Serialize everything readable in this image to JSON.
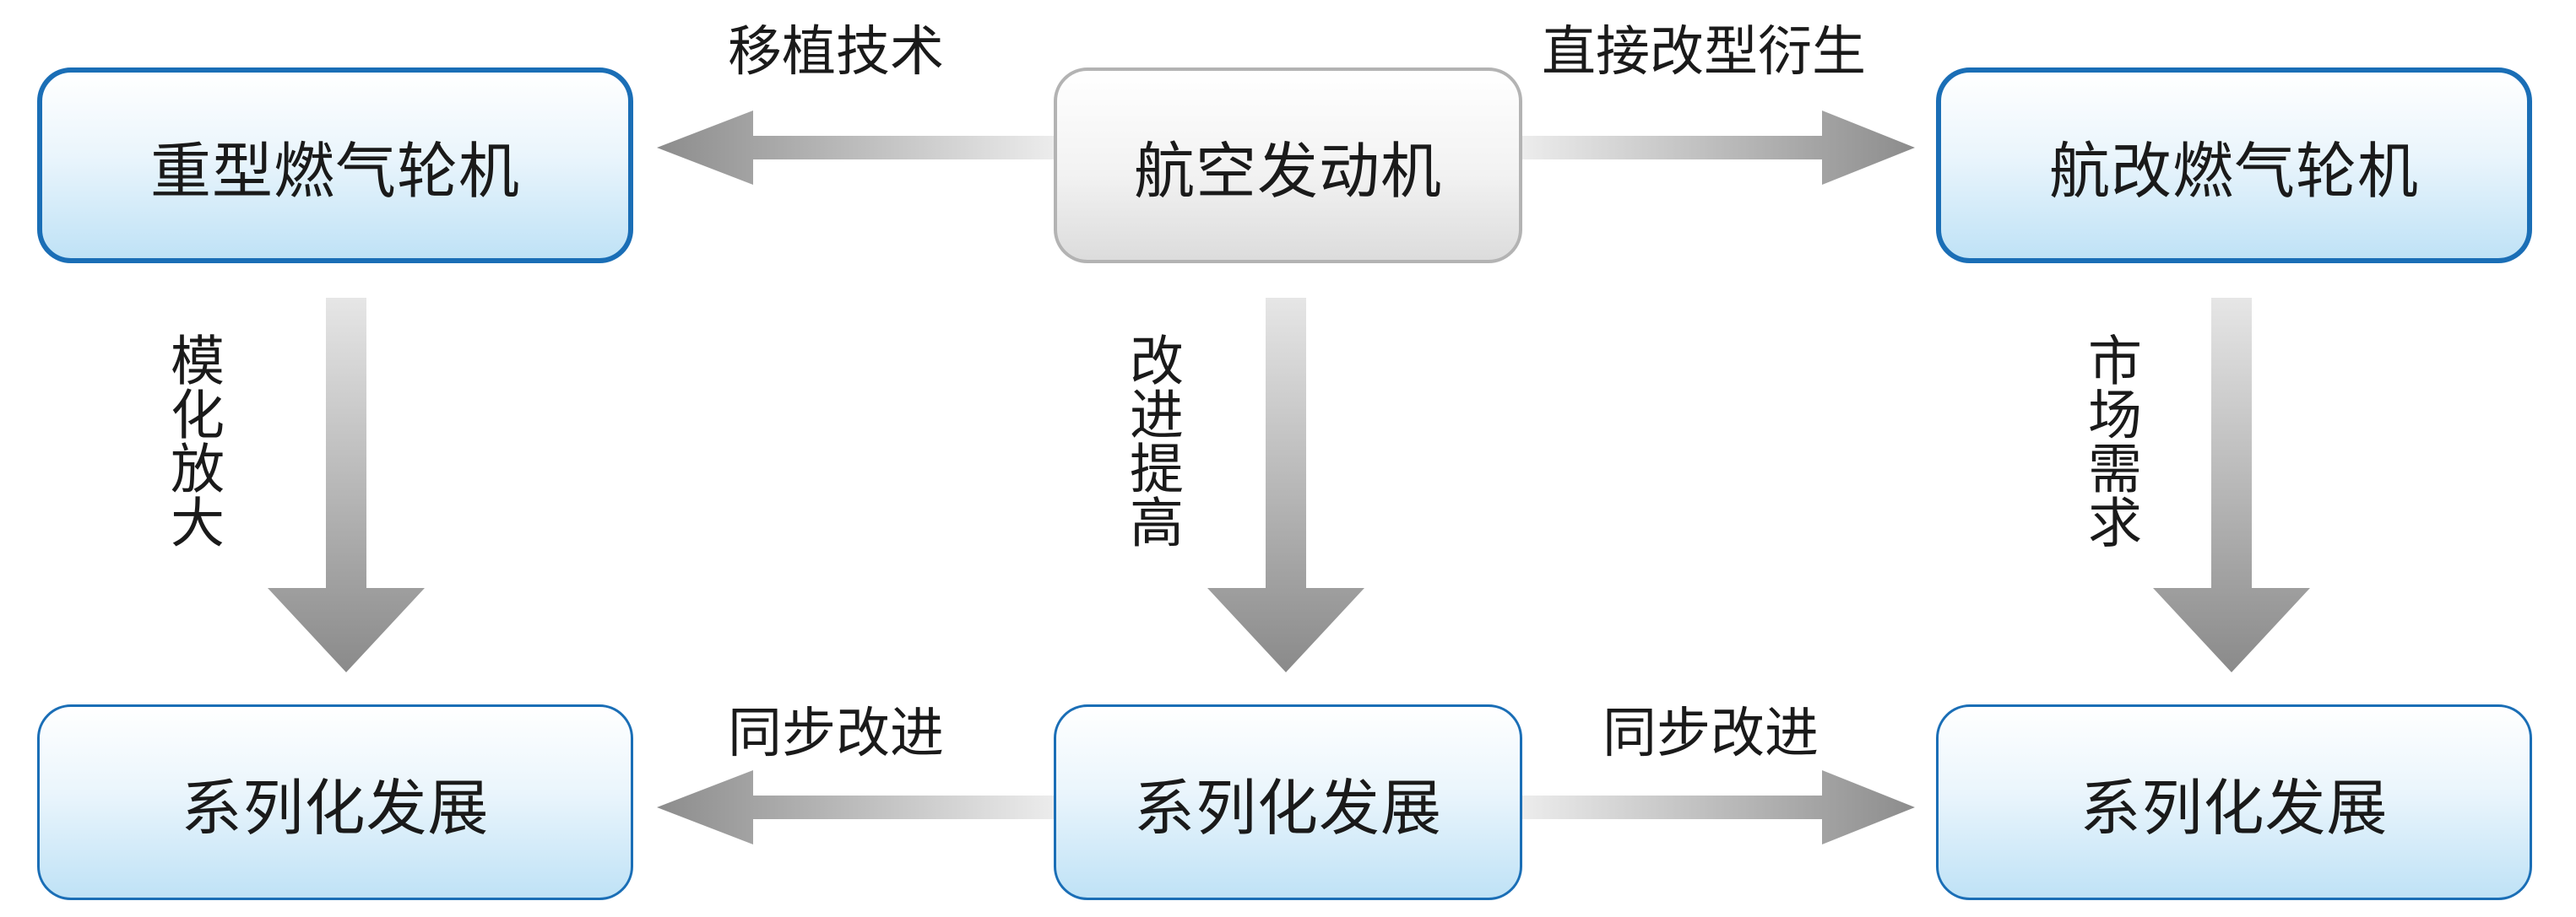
{
  "nodes": {
    "aero_engine": "航空发动机",
    "heavy_gas_turbine": "重型燃气轮机",
    "aero_derivative_gas_turbine": "航改燃气轮机",
    "series_left": "系列化发展",
    "series_center": "系列化发展",
    "series_right": "系列化发展"
  },
  "edges": {
    "transplant_tech": "移植技术",
    "direct_derivation": "直接改型衍生",
    "modular_scaling": "模化放大",
    "improvement": "改进提高",
    "market_demand": "市场需求",
    "sync_left": "同步改进",
    "sync_right": "同步改进"
  }
}
